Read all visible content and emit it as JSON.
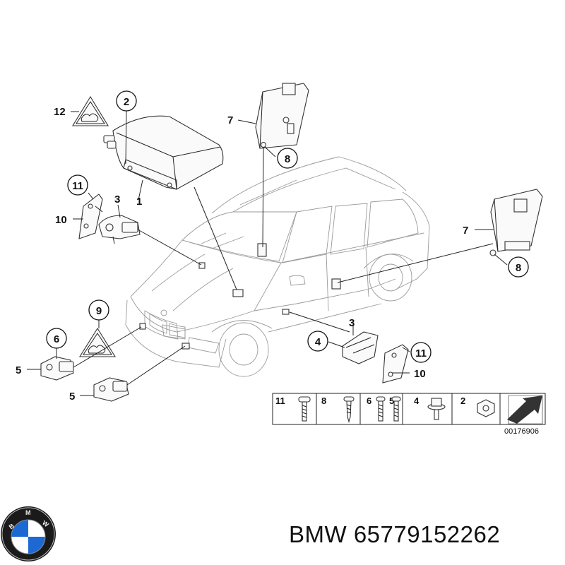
{
  "callouts": {
    "c1": "1",
    "c2": "2",
    "c3a": "3",
    "c3b": "3",
    "c4": "4",
    "c5a": "5",
    "c5b": "5",
    "c6": "6",
    "c7a": "7",
    "c7b": "7",
    "c8a": "8",
    "c8b": "8",
    "c9": "9",
    "c10a": "10",
    "c10b": "10",
    "c11a": "11",
    "c11b": "11",
    "c12": "12"
  },
  "parts_strip": {
    "items": [
      {
        "number": "11",
        "icon": "screw-icon"
      },
      {
        "number": "8",
        "icon": "self-tapping-screw-icon"
      },
      {
        "number": "6",
        "icon": "screw-icon"
      },
      {
        "number": "5",
        "icon": "screw-icon"
      },
      {
        "number": "4",
        "icon": "flange-bolt-icon"
      },
      {
        "number": "2",
        "icon": "nut-icon"
      }
    ],
    "reference": "00176906"
  },
  "caption": {
    "brand": "BMW",
    "part_number": "65779152262"
  },
  "logo": {
    "text": "BMW",
    "colors": {
      "ring": "#1a1a1a",
      "blue": "#1c69d4",
      "white": "#ffffff"
    }
  }
}
